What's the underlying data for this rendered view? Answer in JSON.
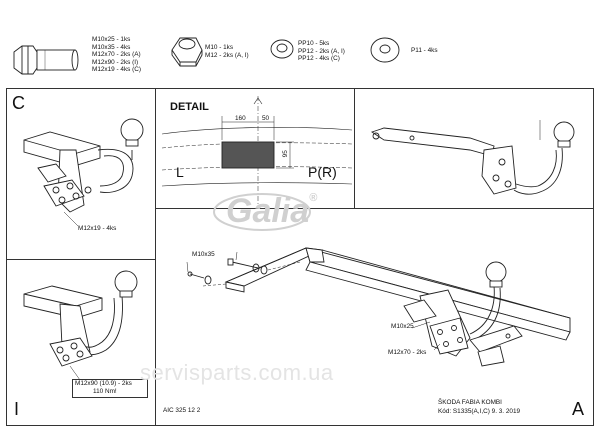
{
  "header_parts": {
    "bolt_specs": [
      "M10x25 - 1ks",
      "M10x35 - 4ks",
      "M12x70 - 2ks (A)",
      "M12x90 - 2ks (I)",
      "M12x19 - 4ks (C)"
    ],
    "nut_specs": [
      "M10 - 1ks",
      "M12 - 2ks (A, I)"
    ],
    "washer_specs": [
      "PP10 - 5ks",
      "PP12 - 2ks (A, I)",
      "PP12 - 4ks (C)"
    ],
    "large_washer_spec": "P11 - 4ks"
  },
  "panel_c": {
    "letter": "C",
    "bolt_label": "M12x19 - 4ks"
  },
  "panel_i": {
    "letter": "I",
    "bolt_label_line1": "M12x90 (10.9) - 2ks",
    "bolt_label_line2": "110 Nm!"
  },
  "detail": {
    "title": "DETAIL",
    "dim_width": "160",
    "dim_offset": "50",
    "dim_height": "95",
    "left_label": "L",
    "right_label": "P(R)"
  },
  "panel_a": {
    "letter": "A",
    "bolt_m10x35": "M10x35",
    "bolt_m10x25": "M10x25",
    "bolt_m12x70": "M12x70 - 2ks"
  },
  "logo": {
    "text": "Galia",
    "mark": "®"
  },
  "watermark": "servisparts.com.ua",
  "footer": {
    "code": "AIC 325 12 2",
    "vehicle": "ŠKODA FABIA KOMBI",
    "kod": "Kód: S1335(A,I,C)  9. 3. 2019"
  }
}
